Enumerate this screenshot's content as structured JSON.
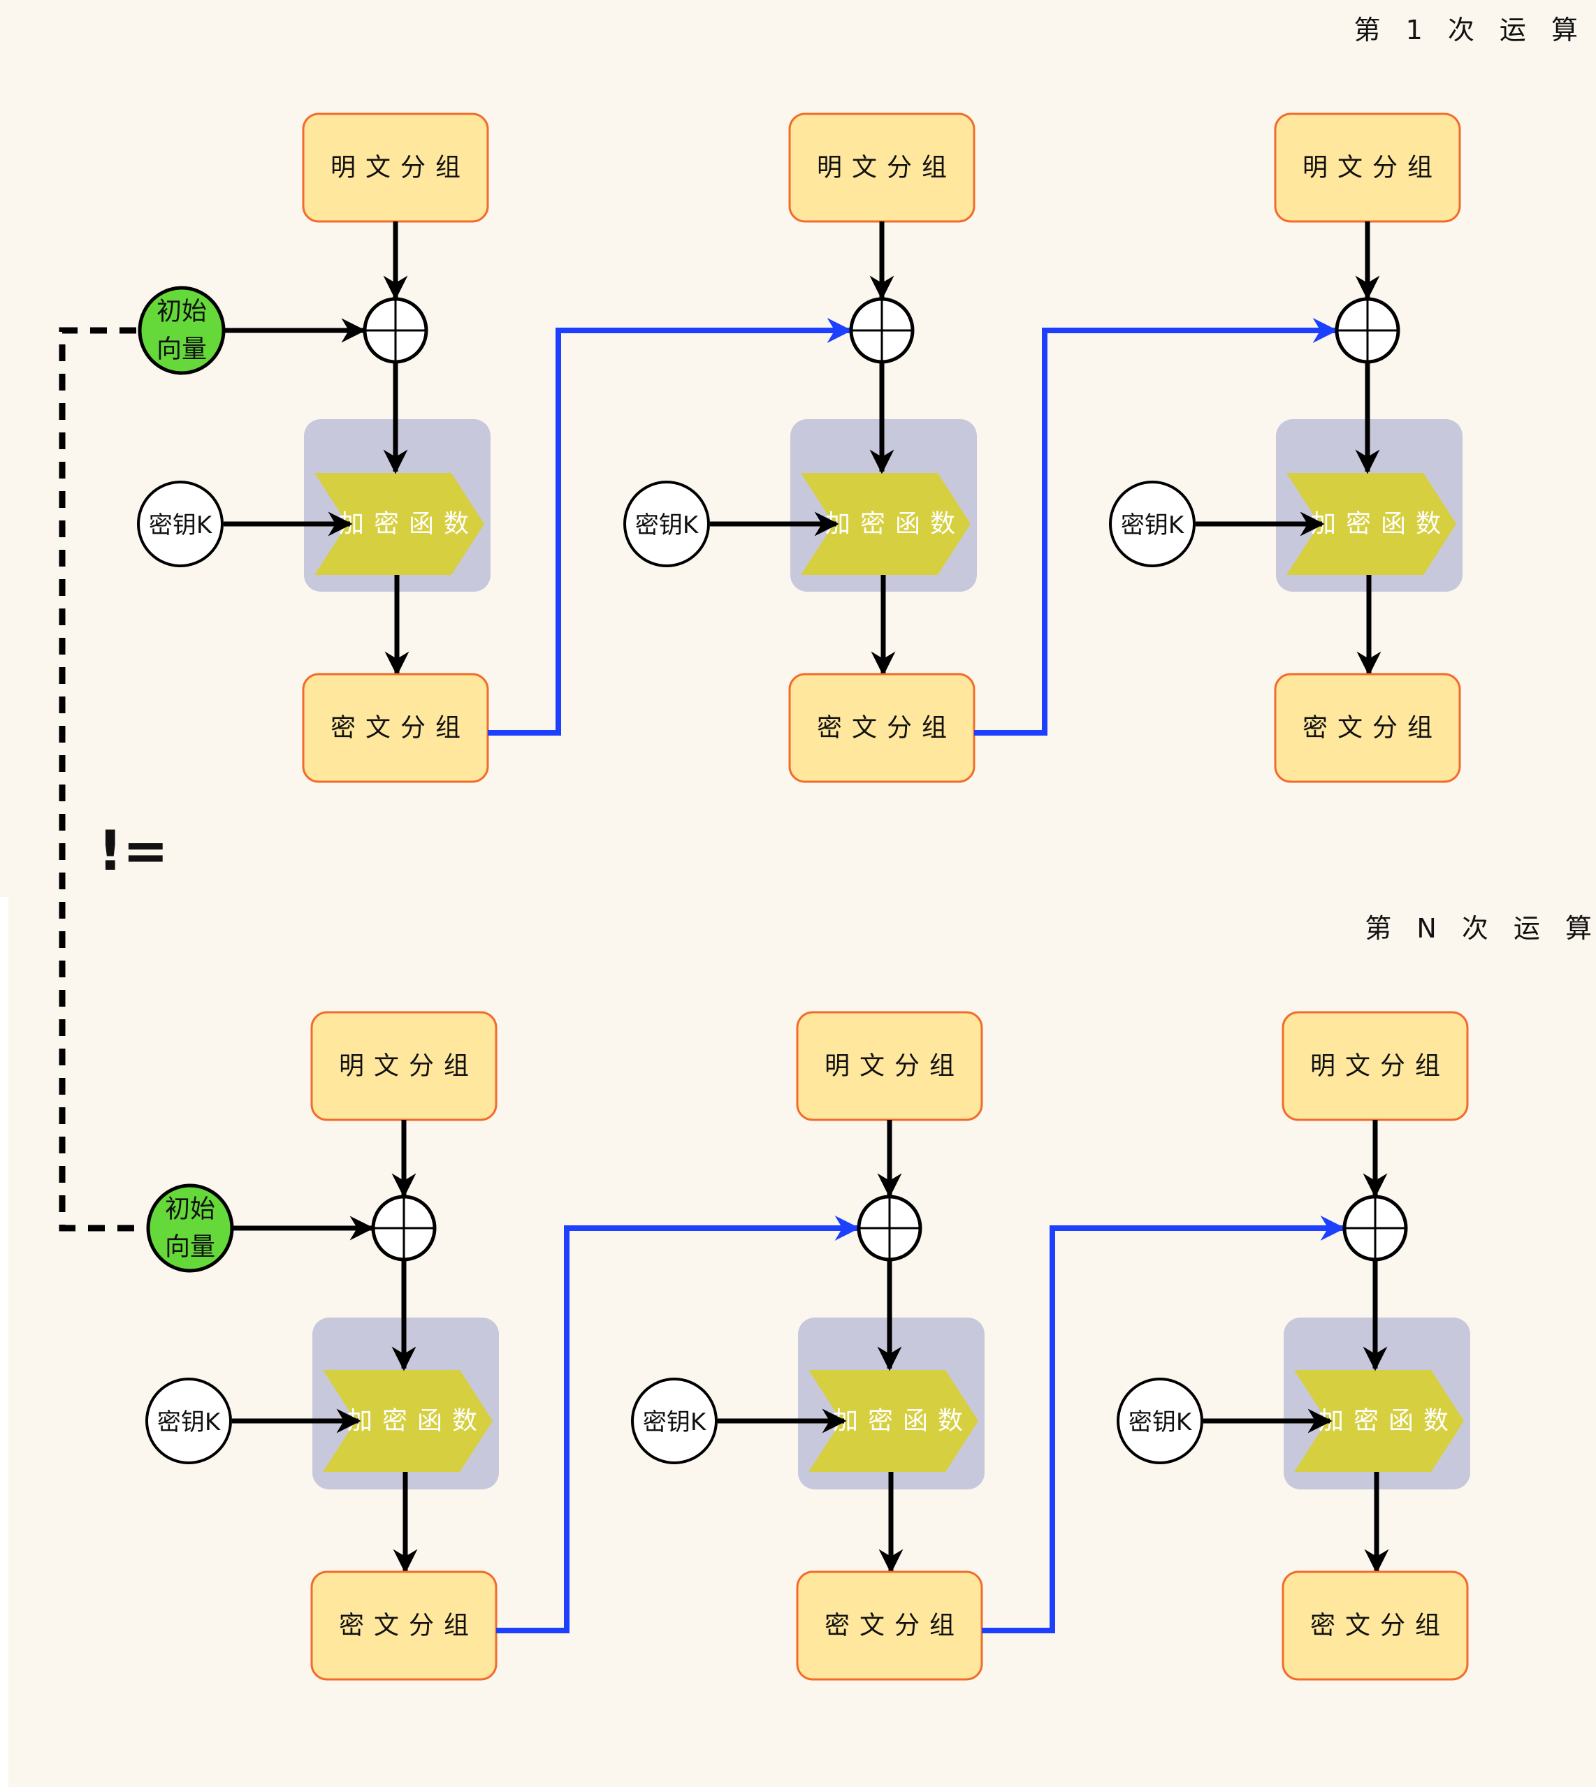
{
  "colors": {
    "background": "#fcf7ee",
    "block_fill": "#ffe89d",
    "block_border": "#f26b2b",
    "encrypt_bg": "#c8c8dc",
    "encrypt_chevron": "#d6cf40",
    "iv_fill": "#66d93a",
    "chain_line": "#1d40ff"
  },
  "labels": {
    "plaintext": "明文分组",
    "ciphertext": "密文分组",
    "encrypt": "加密函数",
    "key": "密钥K",
    "iv_line1": "初始",
    "iv_line2": "向量",
    "not_equal": "!="
  },
  "rounds": [
    {
      "title": "第 1 次 运 算",
      "blocks": 3
    },
    {
      "title": "第 N 次 运 算",
      "blocks": 3
    }
  ]
}
